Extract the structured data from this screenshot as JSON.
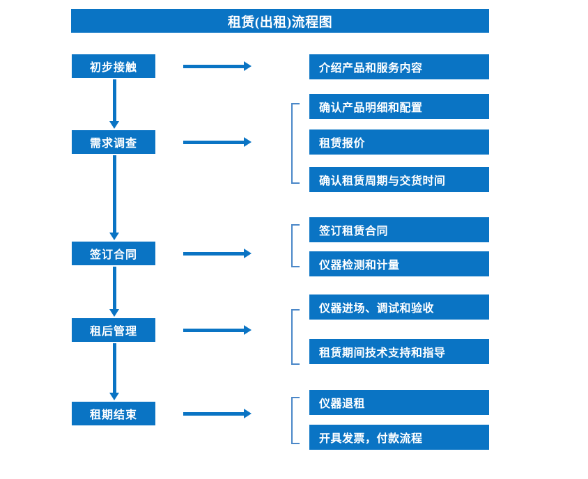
{
  "title": "租赁(出租)流程图",
  "colors": {
    "box_blue": "#0a74c4",
    "bracket_blue": "#4a87c8",
    "text_white": "#ffffff",
    "background": "#ffffff"
  },
  "stages": [
    {
      "label": "初步接触"
    },
    {
      "label": "需求调查"
    },
    {
      "label": "签订合同"
    },
    {
      "label": "租后管理"
    },
    {
      "label": "租期结束"
    }
  ],
  "tasks": [
    {
      "label": "介绍产品和服务内容"
    },
    {
      "label": "确认产品明细和配置"
    },
    {
      "label": "租赁报价"
    },
    {
      "label": "确认租赁周期与交货时间"
    },
    {
      "label": "签订租赁合同"
    },
    {
      "label": "仪器检测和计量"
    },
    {
      "label": "仪器进场、调试和验收"
    },
    {
      "label": "租赁期间技术支持和指导"
    },
    {
      "label": "仪器退租"
    },
    {
      "label": "开具发票，付款流程"
    }
  ]
}
